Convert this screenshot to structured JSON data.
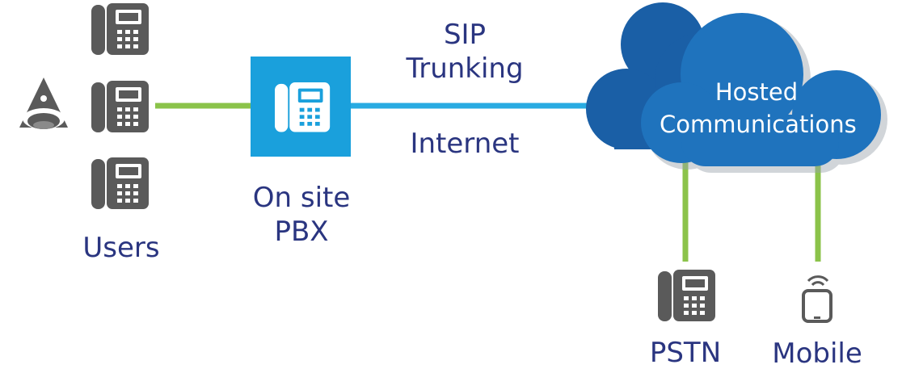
{
  "labels": {
    "users": "Users",
    "pbx_line1": "On site",
    "pbx_line2": "PBX",
    "sip_line1": "SIP",
    "sip_line2": "Trunking",
    "internet": "Internet",
    "cloud_line1": "Hosted",
    "cloud_line2": "Communications",
    "pstn": "PSTN",
    "mobile": "Mobile"
  },
  "colors": {
    "text": "#2a3580",
    "phone_gray": "#5a5a5a",
    "green_link": "#8bc34a",
    "blue_link": "#29abe2",
    "pbx_box": "#1aa0dc",
    "cloud_front": "#1f73bd",
    "cloud_back": "#1a5fa6"
  },
  "icons": [
    "desk-phone-icon",
    "conference-phone-icon",
    "mobile-phone-icon",
    "cloud-icon"
  ]
}
